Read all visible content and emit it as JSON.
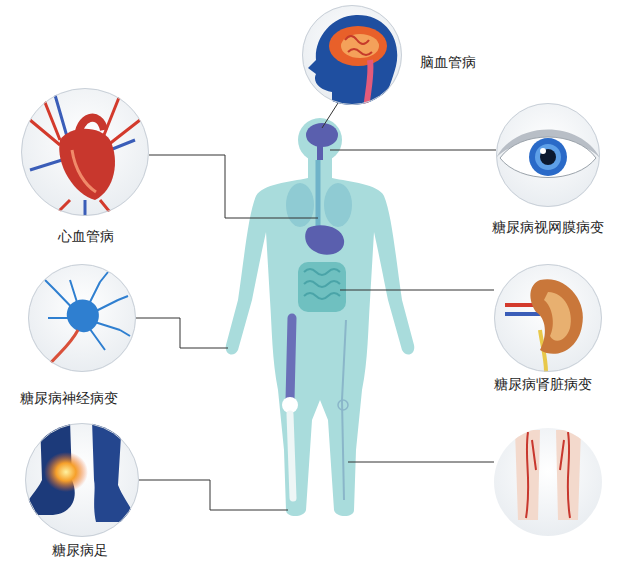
{
  "diagram": {
    "nodes": [
      {
        "text": [
          "脑血管病"
        ]
      },
      {
        "text": [
          "心血管病"
        ]
      },
      {
        "text": [
          "糖尿病视网膜病变"
        ]
      },
      {
        "text": [
          "糖尿病神经病变"
        ]
      },
      {
        "text": [
          "糖尿病肾脏病变"
        ]
      },
      {
        "text": [
          "糖尿病足"
        ]
      }
    ]
  }
}
